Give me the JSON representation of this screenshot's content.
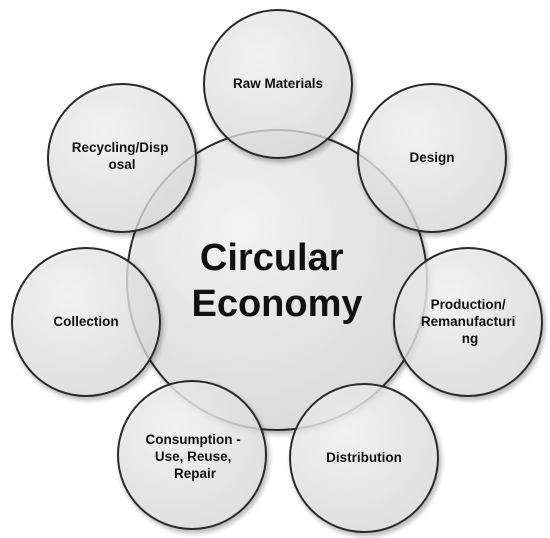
{
  "center": {
    "lines": [
      "Circular",
      "Economy"
    ]
  },
  "stages": [
    {
      "id": "raw-materials",
      "lines": [
        "Raw Materials"
      ]
    },
    {
      "id": "design",
      "lines": [
        "Design"
      ]
    },
    {
      "id": "production-remanufacturing",
      "lines": [
        "Production/",
        "Remanufacturi",
        "ng"
      ]
    },
    {
      "id": "distribution",
      "lines": [
        "Distribution"
      ]
    },
    {
      "id": "consumption",
      "lines": [
        "Consumption -",
        "Use, Reuse,",
        "Repair"
      ]
    },
    {
      "id": "collection",
      "lines": [
        "Collection"
      ]
    },
    {
      "id": "recycling-disposal",
      "lines": [
        "Recycling/Disp",
        "osal"
      ]
    }
  ],
  "colors": {
    "circle_stroke": "#2b2b2b",
    "center_fill_inner": "#f6f6f6",
    "center_fill_outer": "#d9d9d9",
    "outer_fill_inner": "#f7f7f7",
    "outer_fill_outer": "#dedede",
    "text": "#111111"
  }
}
